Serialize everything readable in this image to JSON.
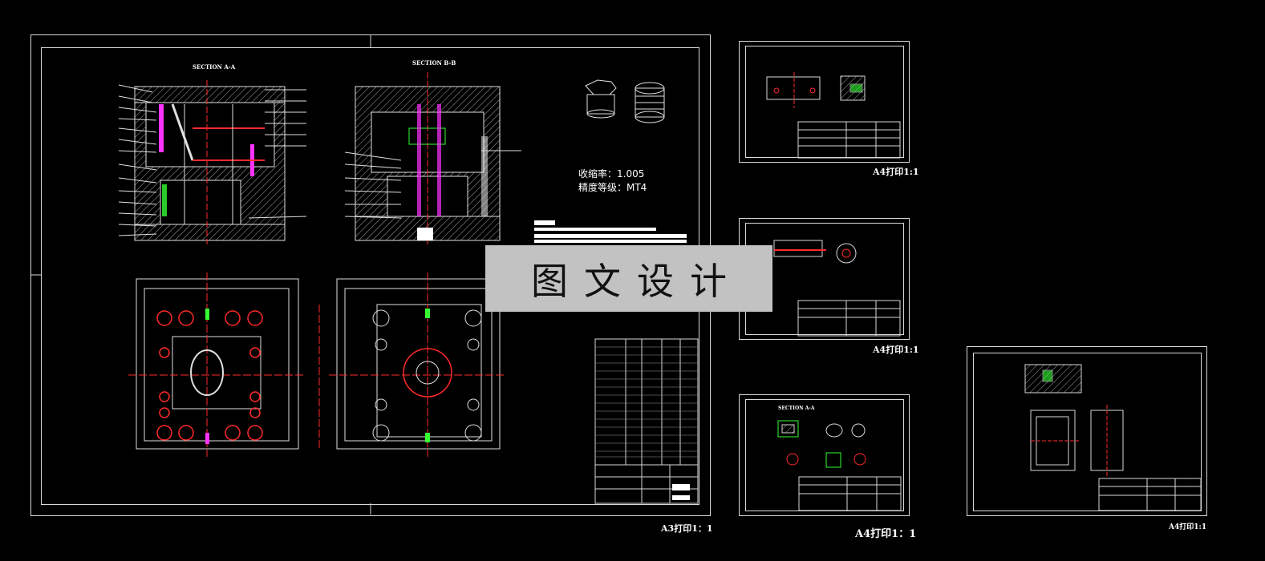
{
  "watermark": {
    "text": "图文设计"
  },
  "main_sheet": {
    "section_a_label": "SECTION A-A",
    "section_b_label": "SECTION B-B",
    "shrinkage_text": "收缩率：1.005",
    "precision_text": "精度等级：MT4",
    "print_label": "A3打印1：1"
  },
  "small_sheets": [
    {
      "print_label": "A4打印1:1"
    },
    {
      "print_label": "A4打印1:1"
    },
    {
      "print_label": "A4打印1：1",
      "section_label": "SECTION A-A"
    },
    {
      "print_label": "A4打印1:1"
    }
  ],
  "colors": {
    "background": "#000000",
    "line": "#d9d9d9",
    "accent_red": "#ff2a2a",
    "accent_green": "#33ff33",
    "accent_magenta": "#ff33ff",
    "watermark_bg": "#c2c2c2"
  }
}
